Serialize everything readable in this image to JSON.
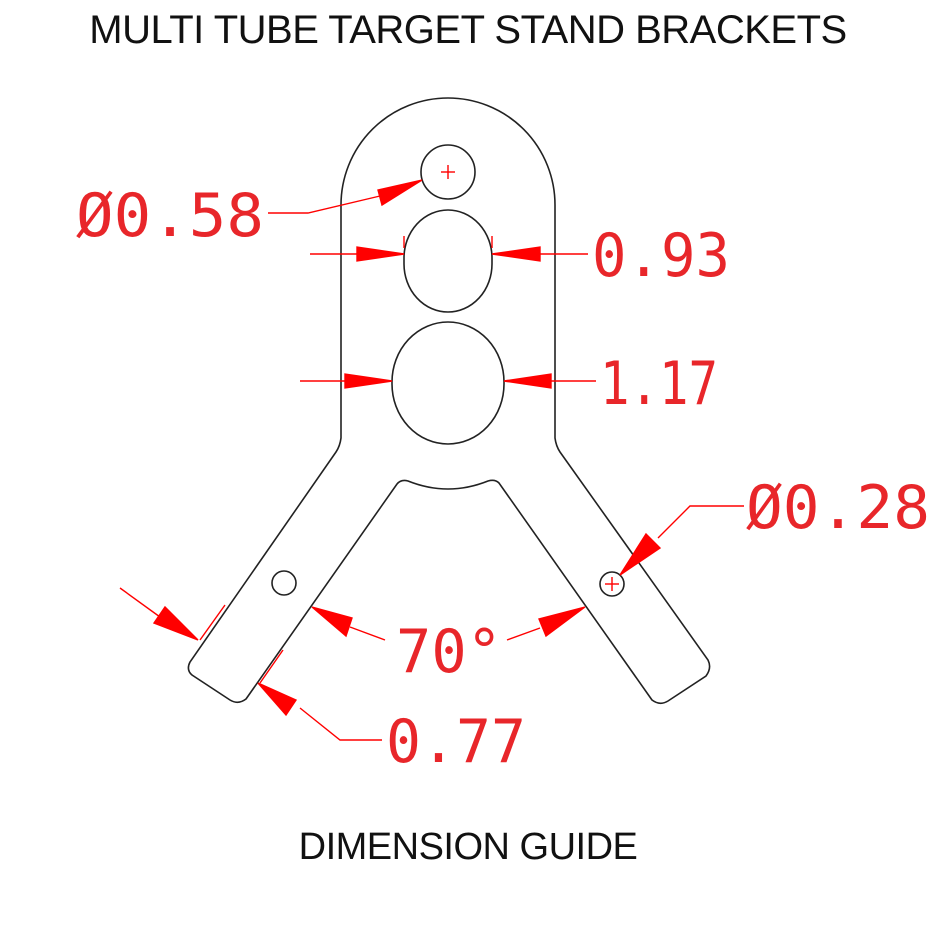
{
  "title": "MULTI TUBE TARGET STAND BRACKETS",
  "footer": "DIMENSION GUIDE",
  "colors": {
    "outline": "#222222",
    "dimension": "#ff0000",
    "text": "#111111"
  },
  "dimensions": {
    "top_hole_diameter": "Ø0.58",
    "upper_tube_width": "0.93",
    "lower_tube_width": "1.17",
    "side_hole_diameter": "Ø0.28",
    "arm_angle": "70°",
    "arm_width": "0.77"
  }
}
